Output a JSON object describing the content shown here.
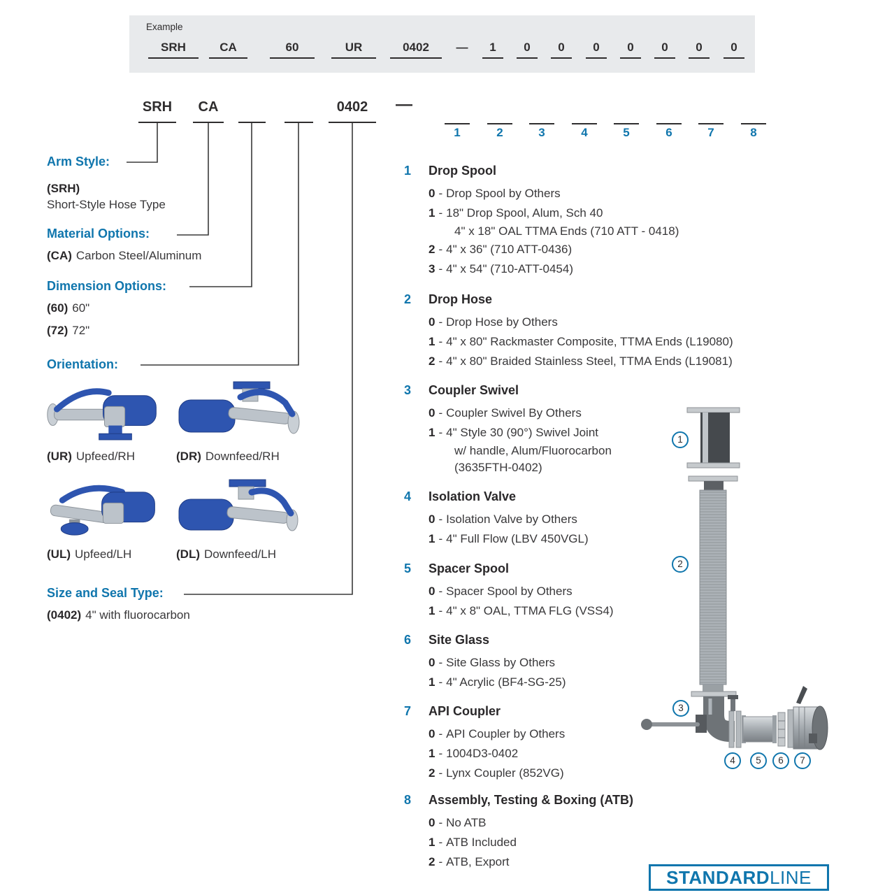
{
  "colors": {
    "accent": "#1076ad",
    "ink": "#2f2d2e",
    "panel_bg": "#e8eaec"
  },
  "example_box": {
    "label": "Example",
    "codes": [
      "SRH",
      "CA",
      "60",
      "UR",
      "0402",
      "—",
      "1",
      "0",
      "0",
      "0",
      "0",
      "0",
      "0",
      "0"
    ]
  },
  "part_row": {
    "segments": [
      "SRH",
      "CA",
      "",
      "",
      "0402"
    ],
    "dash": "—",
    "digits": [
      "1",
      "2",
      "3",
      "4",
      "5",
      "6",
      "7",
      "8"
    ]
  },
  "opt_sep": "-",
  "left": {
    "arm_style": {
      "title": "Arm Style:",
      "code": "(SRH)",
      "desc": "Short-Style Hose Type"
    },
    "material": {
      "title": "Material Options:",
      "code": "(CA)",
      "desc": "Carbon Steel/Aluminum"
    },
    "dimension": {
      "title": "Dimension Options:",
      "opt1_code": "(60)",
      "opt1_desc": "60\"",
      "opt2_code": "(72)",
      "opt2_desc": "72\""
    },
    "orientation": {
      "title": "Orientation:",
      "ur_code": "(UR)",
      "ur_desc": "Upfeed/RH",
      "dr_code": "(DR)",
      "dr_desc": "Downfeed/RH",
      "ul_code": "(UL)",
      "ul_desc": "Upfeed/LH",
      "dl_code": "(DL)",
      "dl_desc": "Downfeed/LH"
    },
    "size_seal": {
      "title": "Size and Seal Type:",
      "code": "(0402)",
      "desc": "4\" with fluorocarbon"
    }
  },
  "sections": [
    {
      "num": "1",
      "title": "Drop Spool",
      "options": [
        {
          "code": "0",
          "text": "Drop Spool by Others"
        },
        {
          "code": "1",
          "text": "18\" Drop Spool, Alum, Sch 40",
          "line2": "4\" x 18\" OAL TTMA Ends (710 ATT - 0418)"
        },
        {
          "code": "2",
          "text": "4\" x 36\" (710 ATT-0436)"
        },
        {
          "code": "3",
          "text": "4\" x 54\" (710-ATT-0454)"
        }
      ]
    },
    {
      "num": "2",
      "title": "Drop Hose",
      "options": [
        {
          "code": "0",
          "text": "Drop Hose by Others"
        },
        {
          "code": "1",
          "text": "4\" x 80\" Rackmaster Composite, TTMA Ends (L19080)"
        },
        {
          "code": "2",
          "text": "4\" x 80\" Braided Stainless Steel, TTMA Ends (L19081)"
        }
      ]
    },
    {
      "num": "3",
      "title": "Coupler Swivel",
      "options": [
        {
          "code": "0",
          "text": "Coupler Swivel By Others"
        },
        {
          "code": "1",
          "text": "4\" Style 30 (90°) Swivel Joint",
          "line2": "w/ handle, Alum/Fluorocarbon",
          "line3": "(3635FTH-0402)"
        }
      ]
    },
    {
      "num": "4",
      "title": "Isolation Valve",
      "options": [
        {
          "code": "0",
          "text": "Isolation Valve by Others"
        },
        {
          "code": "1",
          "text": "4\" Full Flow (LBV 450VGL)"
        }
      ]
    },
    {
      "num": "5",
      "title": "Spacer Spool",
      "options": [
        {
          "code": "0",
          "text": "Spacer Spool by Others"
        },
        {
          "code": "1",
          "text": "4\" x 8\" OAL, TTMA FLG (VSS4)"
        }
      ]
    },
    {
      "num": "6",
      "title": "Site Glass",
      "options": [
        {
          "code": "0",
          "text": "Site Glass by Others"
        },
        {
          "code": "1",
          "text": "4\" Acrylic (BF4-SG-25)"
        }
      ]
    },
    {
      "num": "7",
      "title": "API Coupler",
      "options": [
        {
          "code": "0",
          "text": "API Coupler by Others"
        },
        {
          "code": "1",
          "text": "1004D3-0402"
        },
        {
          "code": "2",
          "text": "Lynx Coupler (852VG)"
        }
      ]
    },
    {
      "num": "8",
      "title": "Assembly, Testing & Boxing (ATB)",
      "options": [
        {
          "code": "0",
          "text": "No ATB"
        },
        {
          "code": "1",
          "text": "ATB Included"
        },
        {
          "code": "2",
          "text": "ATB, Export"
        }
      ]
    }
  ],
  "callouts": [
    "1",
    "2",
    "3",
    "4",
    "5",
    "6",
    "7"
  ],
  "logo": {
    "bold": "STANDARD",
    "light": "LINE"
  }
}
